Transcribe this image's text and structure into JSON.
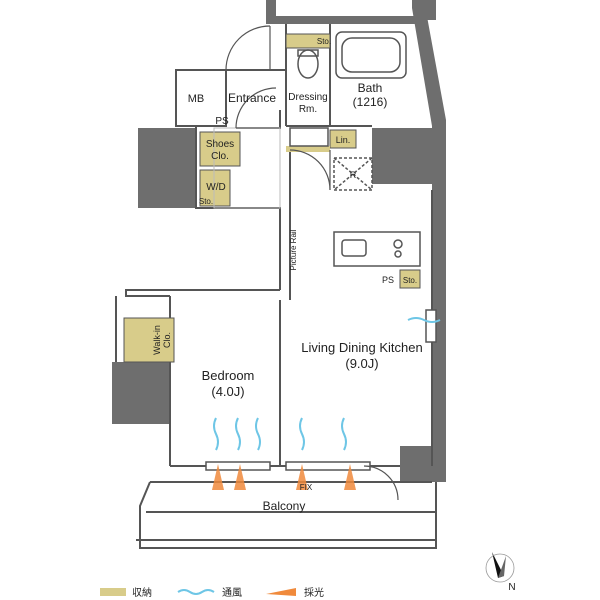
{
  "colors": {
    "wall": "#6e6e6e",
    "wall_dark": "#5d5d5d",
    "storage": "#d8cc8a",
    "line": "#555555",
    "wind": "#6ec6e6",
    "light": "#f08a3c"
  },
  "rooms": {
    "mb": "MB",
    "entrance": "Entrance",
    "dressing_1": "Dressing",
    "dressing_2": "Rm.",
    "bath_1": "Bath",
    "bath_2": "(1216)",
    "ps_entrance": "PS",
    "shoes_1": "Shoes",
    "shoes_2": "Clo.",
    "wd": "W/D",
    "sto_wd": "Sto.",
    "sto_dressing": "Sto.",
    "lin": "Lin.",
    "r": "R",
    "picture_rail": "Picture Rail",
    "ps_kitchen": "PS",
    "sto_kitchen": "Sto.",
    "walkin_1": "Walk-in",
    "walkin_2": "Clo.",
    "bedroom_1": "Bedroom",
    "bedroom_2": "(4.0J)",
    "ldk_1": "Living Dining Kitchen",
    "ldk_2": "(9.0J)",
    "fix": "FIX",
    "balcony": "Balcony"
  },
  "compass": {
    "label": "N"
  },
  "legend": {
    "storage": "収納",
    "wind": "通風",
    "light": "採光"
  }
}
